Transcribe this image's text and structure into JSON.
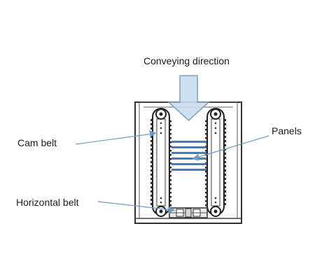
{
  "labels": {
    "conveying_direction": "Conveying direction",
    "cam_belt": "Cam belt",
    "panels": "Panels",
    "horizontal_belt": "Horizontal belt"
  },
  "colors": {
    "arrow_fill": "#c9dcec",
    "arrow_stroke": "#7f9db5",
    "panel_blue": "#3f7fc4",
    "leader_line": "#6f9cc6",
    "frame_dark": "#333333",
    "text": "#1a1a1a"
  },
  "icons": {
    "conveying_arrow": "down-arrow-icon"
  }
}
